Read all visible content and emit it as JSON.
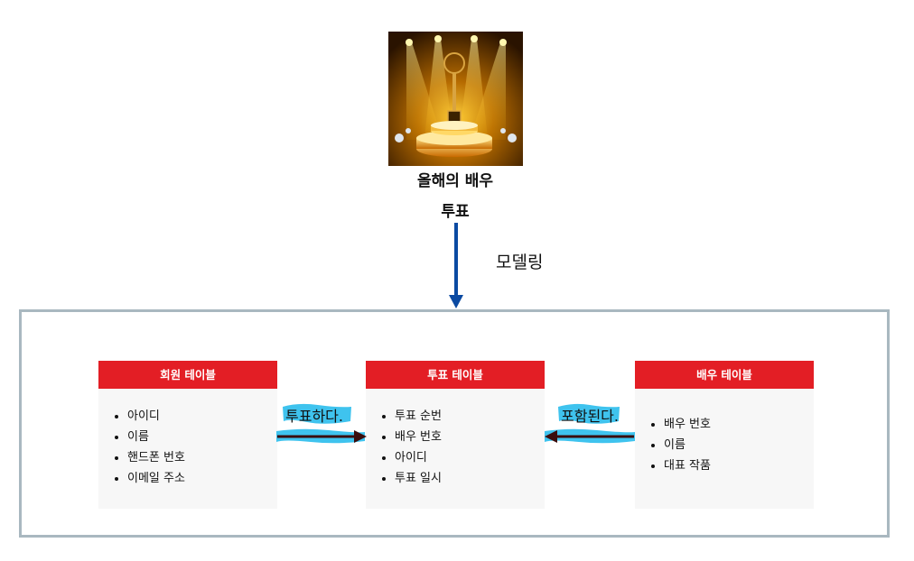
{
  "title_line1": "올해의 배우",
  "title_line2": "투표",
  "modeling_label": "모델링",
  "tables": [
    {
      "name": "회원 테이블",
      "fields": [
        "아이디",
        "이름",
        "핸드폰 번호",
        "이메일 주소"
      ]
    },
    {
      "name": "투표 테이블",
      "fields": [
        "투표 순번",
        "배우 번호",
        "아이디",
        "투표 일시"
      ]
    },
    {
      "name": "배우 테이블",
      "fields": [
        "배우 번호",
        "이름",
        "대표 작품"
      ]
    }
  ],
  "relations": [
    {
      "label": "투표하다."
    },
    {
      "label": "포함된다."
    }
  ],
  "colors": {
    "header_red": "#e31e25",
    "arrow_blue": "#0b4aa2",
    "rel_arrow_dark": "#3a0d0d",
    "highlight_cyan": "#3fc3ee",
    "frame_gray": "#a9b8c0"
  }
}
